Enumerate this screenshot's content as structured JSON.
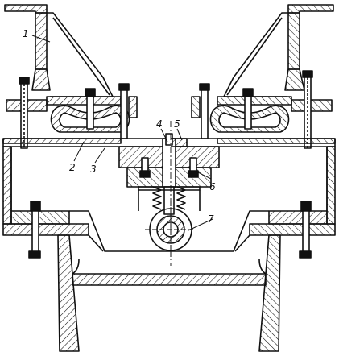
{
  "drawing": {
    "colors": {
      "stroke": "#111111",
      "paper": "#ffffff",
      "hatch": "#111111"
    },
    "callouts": [
      {
        "id": "c1",
        "label": "1"
      },
      {
        "id": "c2",
        "label": "2"
      },
      {
        "id": "c3",
        "label": "3"
      },
      {
        "id": "c4",
        "label": "4"
      },
      {
        "id": "c5",
        "label": "5"
      },
      {
        "id": "c6",
        "label": "6"
      },
      {
        "id": "c7",
        "label": "7"
      }
    ]
  }
}
